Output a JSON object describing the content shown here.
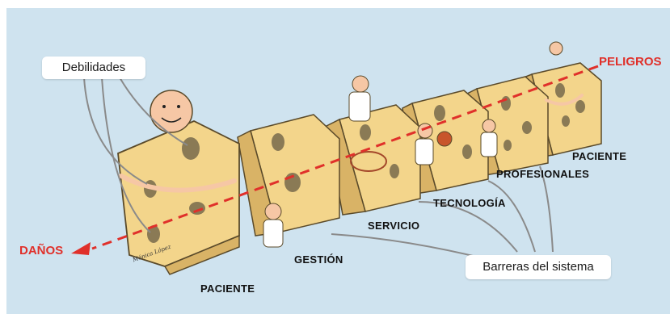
{
  "callouts": {
    "weaknesses": "Debilidades",
    "barriers": "Barreras del sistema"
  },
  "ends": {
    "hazards": "PELIGROS",
    "harms": "DAÑOS"
  },
  "layers": [
    "PACIENTE",
    "PROFESIONALES",
    "TECNOLOGÍA",
    "SERVICIO",
    "GESTIÓN",
    "PACIENTE"
  ],
  "signature": "Mónica López",
  "colors": {
    "background": "#cfe3ef",
    "cheese": "#f3d58b",
    "cheese_side": "#d9b366",
    "hole": "#8a7a55",
    "accident_path": "#e0302a",
    "callout_line": "#8a8a8a"
  }
}
